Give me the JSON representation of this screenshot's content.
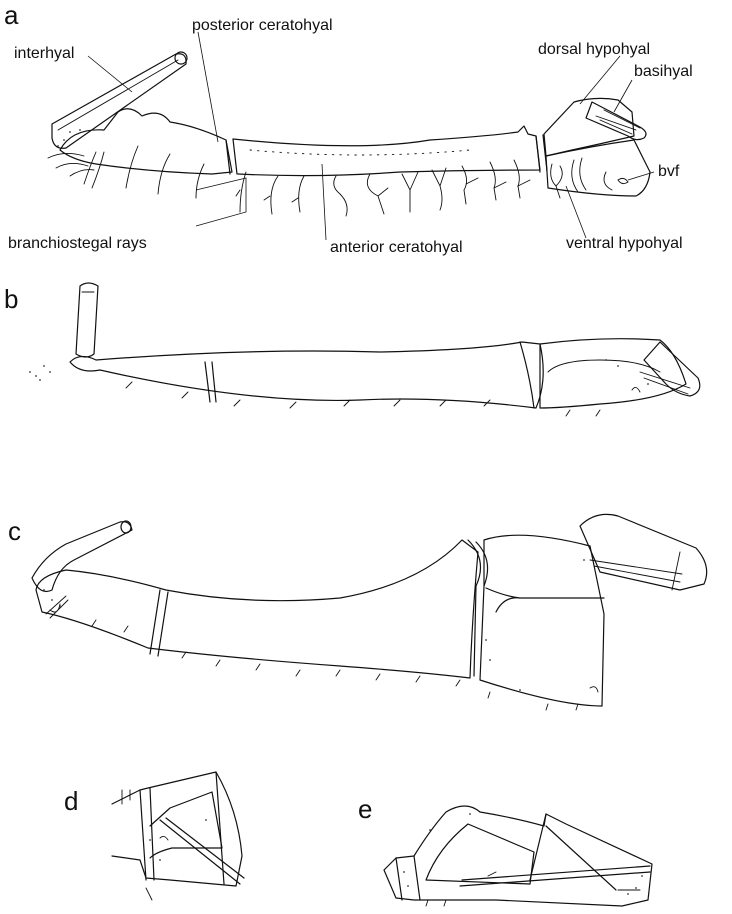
{
  "panels": [
    "a",
    "b",
    "c",
    "d",
    "e"
  ],
  "labels": {
    "interhyal": "interhyal",
    "posterior_ceratohyal": "posterior ceratohyal",
    "dorsal_hypohyal": "dorsal hypohyal",
    "basihyal": "basihyal",
    "bvf": "bvf",
    "branchiostegal_rays": "branchiostegal rays",
    "anterior_ceratohyal": "anterior ceratohyal",
    "ventral_hypohyal": "ventral hypohyal"
  }
}
